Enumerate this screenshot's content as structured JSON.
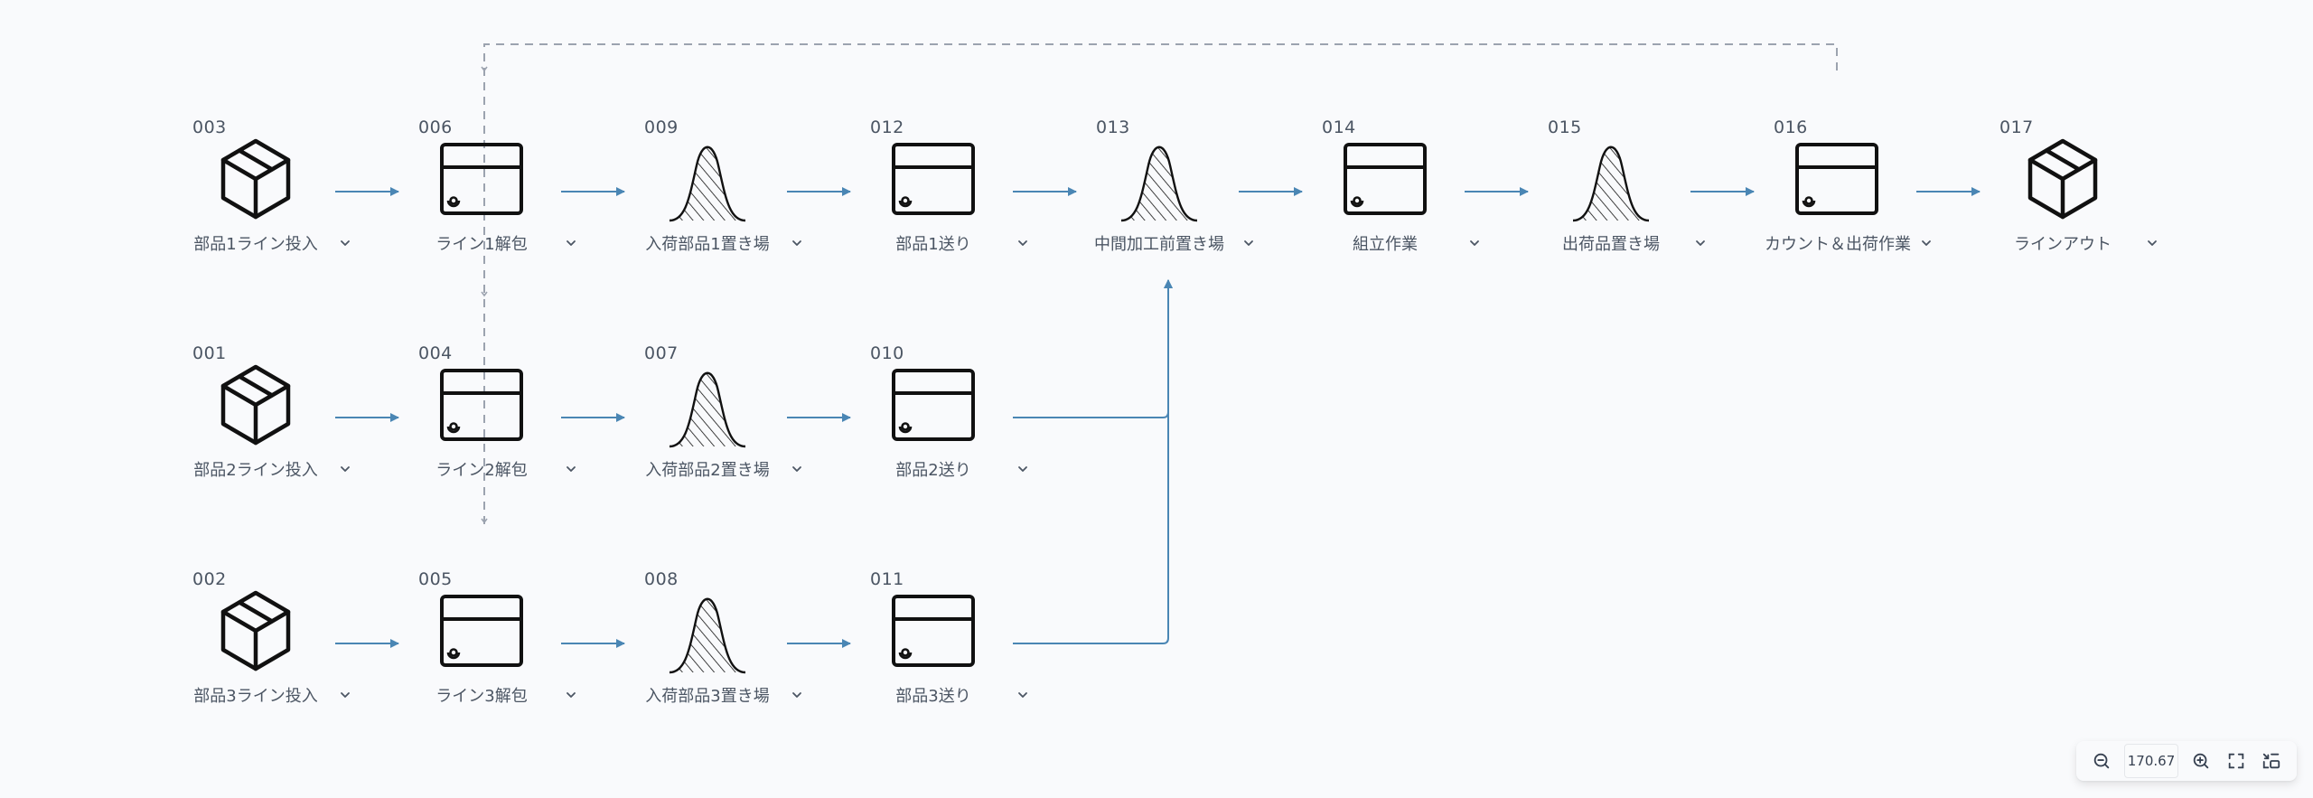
{
  "diagram": {
    "nodes": [
      {
        "id": "003",
        "label": "部品1ライン投入",
        "icon": "box-icon",
        "row": 0,
        "col": 0
      },
      {
        "id": "006",
        "label": "ライン1解包",
        "icon": "workstation-icon",
        "row": 0,
        "col": 1
      },
      {
        "id": "009",
        "label": "入荷部品1置き場",
        "icon": "storage-pile-icon",
        "row": 0,
        "col": 2
      },
      {
        "id": "012",
        "label": "部品1送り",
        "icon": "workstation-icon",
        "row": 0,
        "col": 3
      },
      {
        "id": "013",
        "label": "中間加工前置き場",
        "icon": "storage-pile-icon",
        "row": 0,
        "col": 4
      },
      {
        "id": "014",
        "label": "組立作業",
        "icon": "workstation-icon",
        "row": 0,
        "col": 5
      },
      {
        "id": "015",
        "label": "出荷品置き場",
        "icon": "storage-pile-icon",
        "row": 0,
        "col": 6
      },
      {
        "id": "016",
        "label": "カウント＆出荷作業",
        "icon": "workstation-icon",
        "row": 0,
        "col": 7
      },
      {
        "id": "017",
        "label": "ラインアウト",
        "icon": "box-icon",
        "row": 0,
        "col": 8
      },
      {
        "id": "001",
        "label": "部品2ライン投入",
        "icon": "box-icon",
        "row": 1,
        "col": 0
      },
      {
        "id": "004",
        "label": "ライン2解包",
        "icon": "workstation-icon",
        "row": 1,
        "col": 1
      },
      {
        "id": "007",
        "label": "入荷部品2置き場",
        "icon": "storage-pile-icon",
        "row": 1,
        "col": 2
      },
      {
        "id": "010",
        "label": "部品2送り",
        "icon": "workstation-icon",
        "row": 1,
        "col": 3
      },
      {
        "id": "002",
        "label": "部品3ライン投入",
        "icon": "box-icon",
        "row": 2,
        "col": 0
      },
      {
        "id": "005",
        "label": "ライン3解包",
        "icon": "workstation-icon",
        "row": 2,
        "col": 1
      },
      {
        "id": "008",
        "label": "入荷部品3置き場",
        "icon": "storage-pile-icon",
        "row": 2,
        "col": 2
      },
      {
        "id": "011",
        "label": "部品3送り",
        "icon": "workstation-icon",
        "row": 2,
        "col": 3
      }
    ],
    "edges": [
      {
        "from": "003",
        "to": "006",
        "style": "solid"
      },
      {
        "from": "006",
        "to": "009",
        "style": "solid"
      },
      {
        "from": "009",
        "to": "012",
        "style": "solid"
      },
      {
        "from": "012",
        "to": "013",
        "style": "solid"
      },
      {
        "from": "013",
        "to": "014",
        "style": "solid"
      },
      {
        "from": "014",
        "to": "015",
        "style": "solid"
      },
      {
        "from": "015",
        "to": "016",
        "style": "solid"
      },
      {
        "from": "016",
        "to": "017",
        "style": "solid"
      },
      {
        "from": "001",
        "to": "004",
        "style": "solid"
      },
      {
        "from": "004",
        "to": "007",
        "style": "solid"
      },
      {
        "from": "007",
        "to": "010",
        "style": "solid"
      },
      {
        "from": "010",
        "to": "013",
        "style": "solid"
      },
      {
        "from": "002",
        "to": "005",
        "style": "solid"
      },
      {
        "from": "005",
        "to": "008",
        "style": "solid"
      },
      {
        "from": "008",
        "to": "011",
        "style": "solid"
      },
      {
        "from": "011",
        "to": "013",
        "style": "solid"
      },
      {
        "from": "016",
        "to": "004",
        "style": "dashed"
      }
    ],
    "colors": {
      "flow_edge": "#4a86b4",
      "feedback_edge": "#9ca3af",
      "icon_stroke": "#111111",
      "label_text": "#4b5563",
      "background": "#f9fafc"
    }
  },
  "toolbar": {
    "zoom_out_icon": "zoom-out-icon",
    "zoom_value": "170.67",
    "zoom_in_icon": "zoom-in-icon",
    "fit_icon": "fullscreen-icon",
    "layout_icon": "auto-layout-icon"
  }
}
